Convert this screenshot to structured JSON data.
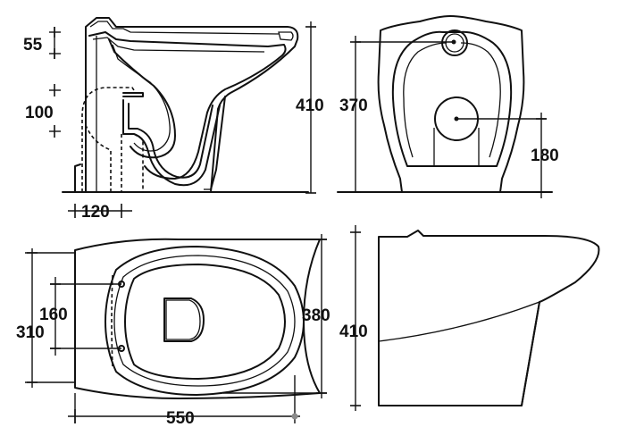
{
  "dimensions": {
    "side_top_height": "55",
    "side_outlet_height": "100",
    "side_total_height": "410",
    "side_outlet_offset": "120",
    "front_total_height": "370",
    "front_outlet_height": "180",
    "top_fixing_spacing": "160",
    "top_width_outer": "310",
    "top_width_bowl": "380",
    "top_length": "550",
    "rear_height": "410"
  }
}
